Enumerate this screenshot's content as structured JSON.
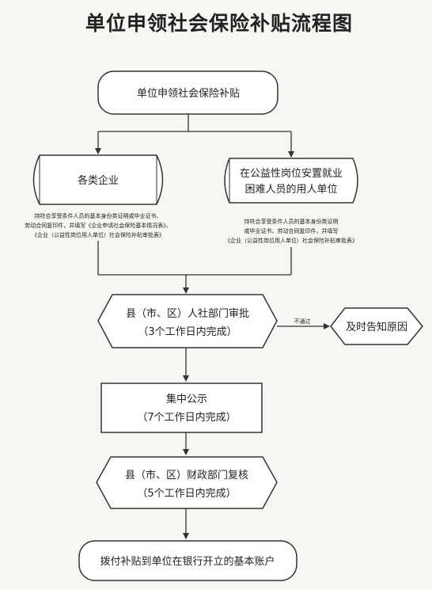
{
  "title": "单位申领社会保险补贴流程图",
  "nodes": {
    "start": "单位申领社会保险补贴",
    "enterprise": "各类企业",
    "public_welfare_line1": "在公益性岗位安置就业",
    "public_welfare_line2": "困难人员的用人单位",
    "county_hr_line1": "县（市、区）人社部门审批",
    "county_hr_line2": "（3个工作日内完成）",
    "reason": "及时告知原因",
    "publicity_line1": "集中公示",
    "publicity_line2": "（7个工作日内完成）",
    "finance_line1": "县（市、区）财政部门复核",
    "finance_line2": "（5个工作日内完成）",
    "payment": "拨付补贴到单位在银行开立的基本账户"
  },
  "notes": {
    "left_line1": "持符合享受条件人员的基本身份类证明或毕业证书、",
    "left_line2": "劳动合同复印件，并填写《企业申请社会保险基本情况表》、",
    "left_line3": "《企业（公益性岗位用人单位）社会保险补贴审批表》",
    "right_line1": "持符合享受条件人员的基本身份类证明",
    "right_line2": "或毕业证书、劳动合同复印件，并填写",
    "right_line3": "《企业（公益性岗位用人单位）社会保险补贴审批表》"
  },
  "edge_labels": {
    "rejected": "不通过"
  }
}
